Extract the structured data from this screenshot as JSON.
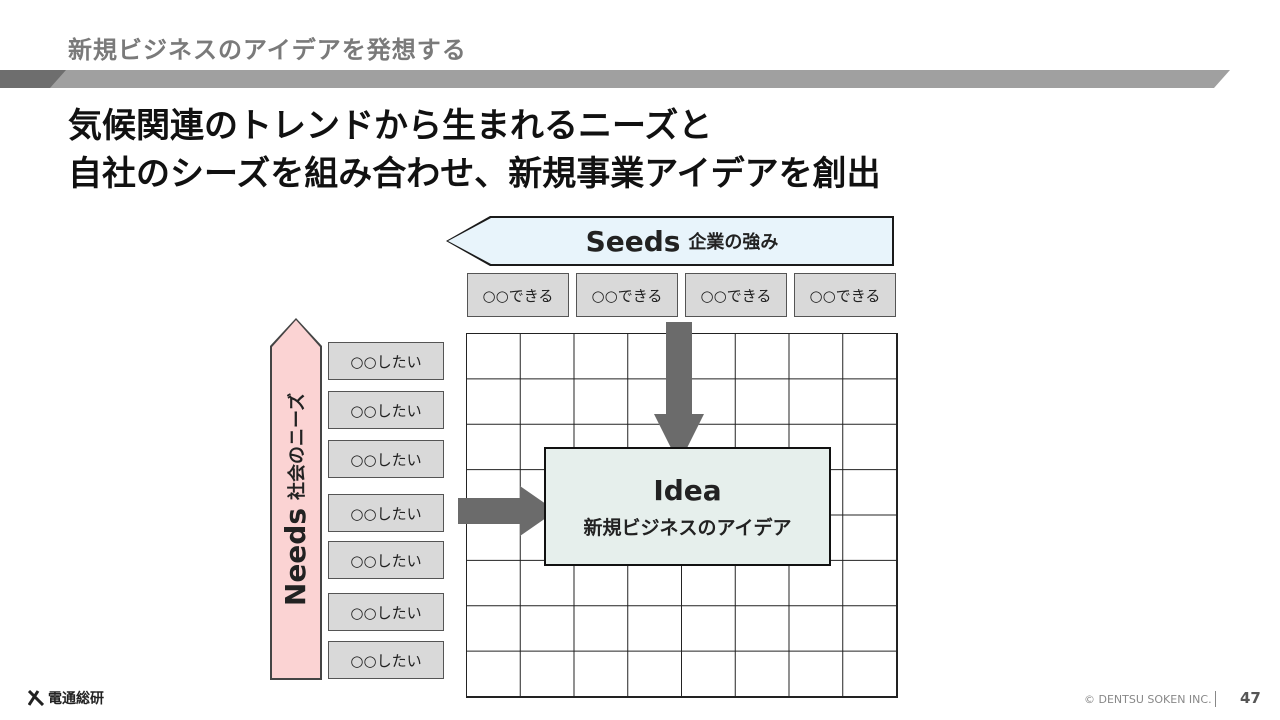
{
  "header": {
    "section_title": "新規ビジネスのアイデアを発想する",
    "headline_line1": "気候関連のトレンドから生まれるニーズと",
    "headline_line2": "自社のシーズを組み合わせ、新規事業アイデアを創出"
  },
  "seeds": {
    "label_main": "Seeds",
    "label_sub": "企業の強み",
    "items": [
      "○○できる",
      "○○できる",
      "○○できる",
      "○○できる"
    ]
  },
  "needs": {
    "label_main": "Needs",
    "label_sub": "社会のニーズ",
    "items": [
      "○○したい",
      "○○したい",
      "○○したい",
      "○○したい",
      "○○したい",
      "○○したい",
      "○○したい"
    ]
  },
  "idea": {
    "label_main": "Idea",
    "label_sub": "新規ビジネスのアイデア"
  },
  "grid": {
    "columns": 8,
    "rows": 8
  },
  "colors": {
    "seeds_fill": "#e8f4fb",
    "needs_fill": "#fbd3d3",
    "idea_fill": "#e6efec",
    "chip_fill": "#d9d9d9",
    "arrow_fill": "#6b6b6b"
  },
  "footer": {
    "logo_text": "電通総研",
    "logo_icon": "x-mark-icon",
    "copyright": "© DENTSU SOKEN INC.",
    "page_number": "47"
  }
}
